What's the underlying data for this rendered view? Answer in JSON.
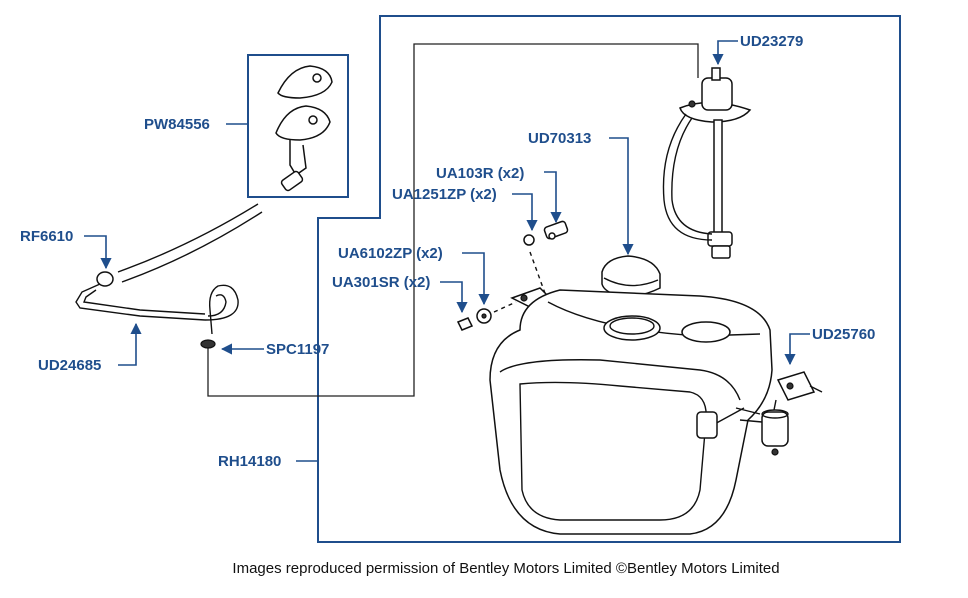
{
  "colors": {
    "accent": "#1f4e8c",
    "ink": "#111111"
  },
  "labels": {
    "ud23279": "UD23279",
    "pw84556": "PW84556",
    "ud70313": "UD70313",
    "ua103r": "UA103R (x2)",
    "ua1251zp": "UA1251ZP (x2)",
    "rf6610": "RF6610",
    "ua6102zp": "UA6102ZP (x2)",
    "ua301sr": "UA301SR (x2)",
    "ud25760": "UD25760",
    "spc1197": "SPC1197",
    "ud24685": "UD24685",
    "rh14180": "RH14180"
  },
  "caption": "Images reproduced permission of Bentley Motors Limited ©Bentley Motors Limited"
}
